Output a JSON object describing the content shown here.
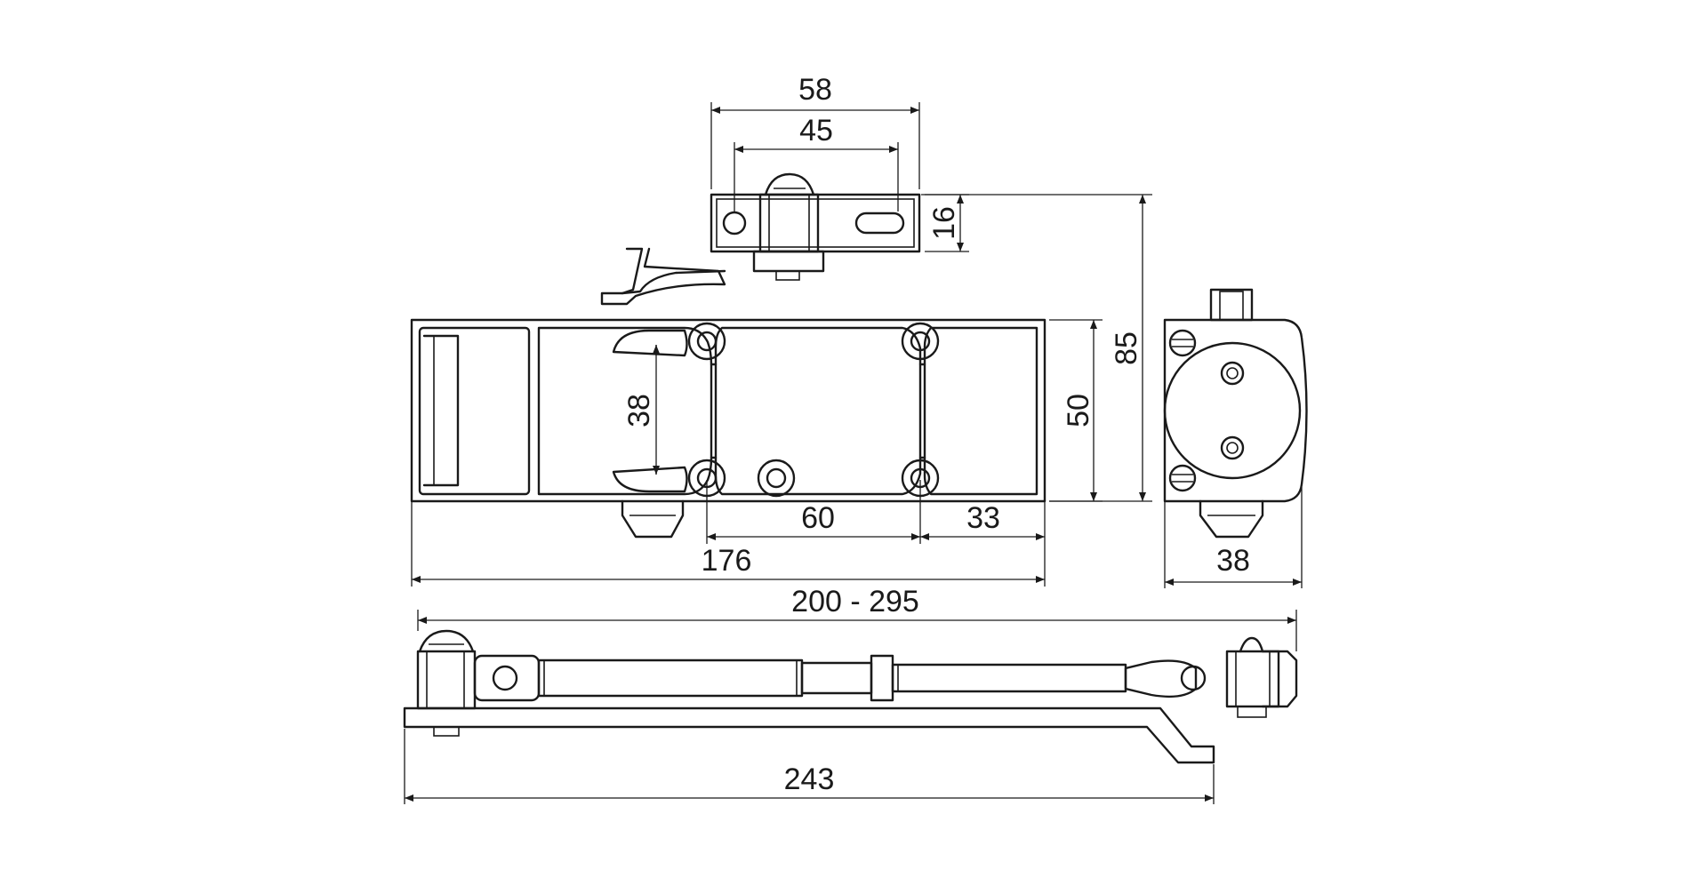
{
  "colors": {
    "line": "#1a1a1a",
    "background": "#ffffff"
  },
  "dimensions": {
    "d58": "58",
    "d45": "45",
    "d16": "16",
    "d85": "85",
    "d50": "50",
    "d38_hole": "38",
    "d60": "60",
    "d33": "33",
    "d176": "176",
    "d38_width": "38",
    "d200_295": "200 - 295",
    "d243": "243"
  }
}
